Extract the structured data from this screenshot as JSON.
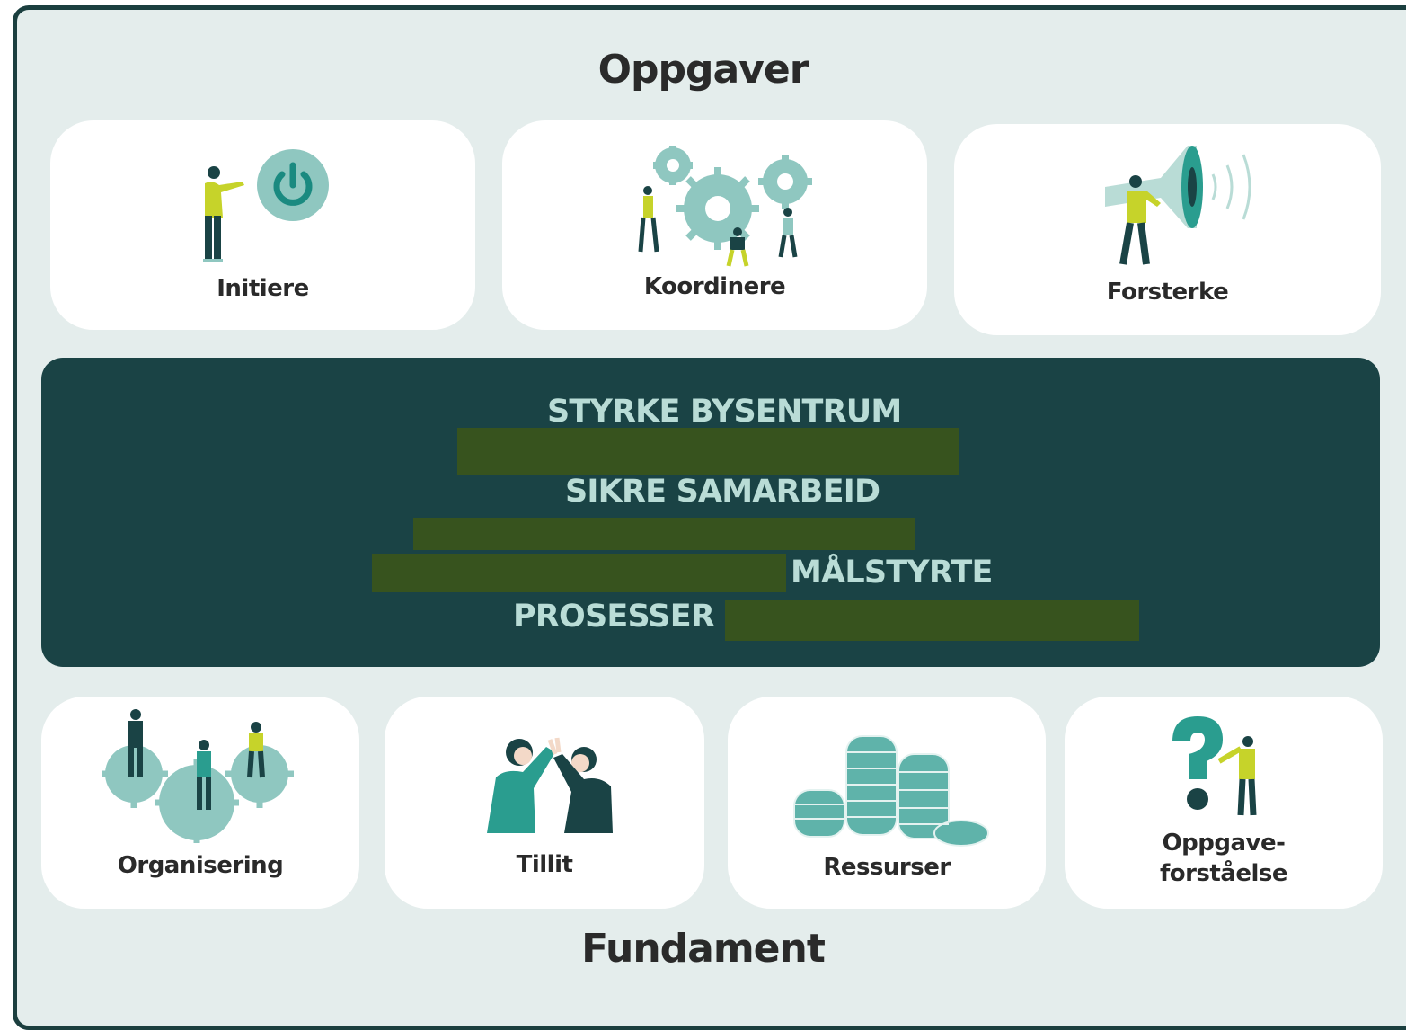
{
  "top_heading": "Oppgaver",
  "bottom_heading": "Fundament",
  "tasks": [
    {
      "label": "Initiere",
      "icon": "power-button-person-icon"
    },
    {
      "label": "Koordinere",
      "icon": "gears-people-icon"
    },
    {
      "label": "Forsterke",
      "icon": "megaphone-person-icon"
    }
  ],
  "panel": {
    "line1": "STYRKE BYSENTRUM",
    "line2": "SIKRE SAMARBEID",
    "line3": "MÅLSTYRTE",
    "line4": "PROSESSER"
  },
  "foundations": [
    {
      "label": "Organisering",
      "icon": "people-on-gears-icon"
    },
    {
      "label": "Tillit",
      "icon": "high-five-icon"
    },
    {
      "label": "Ressurser",
      "icon": "coin-stacks-icon"
    },
    {
      "label_line1": "Oppgave-",
      "label_line2": "forståelse",
      "icon": "question-mark-person-icon"
    }
  ],
  "colors": {
    "frame_border": "#1b3f3f",
    "frame_background": "#e4edec",
    "panel": "#1a4345",
    "panel_text": "#b9dcd6",
    "redaction": "#37531e",
    "teal": "#2a9d8f",
    "light_teal": "#8fc7c0",
    "lime": "#c6d32a"
  }
}
